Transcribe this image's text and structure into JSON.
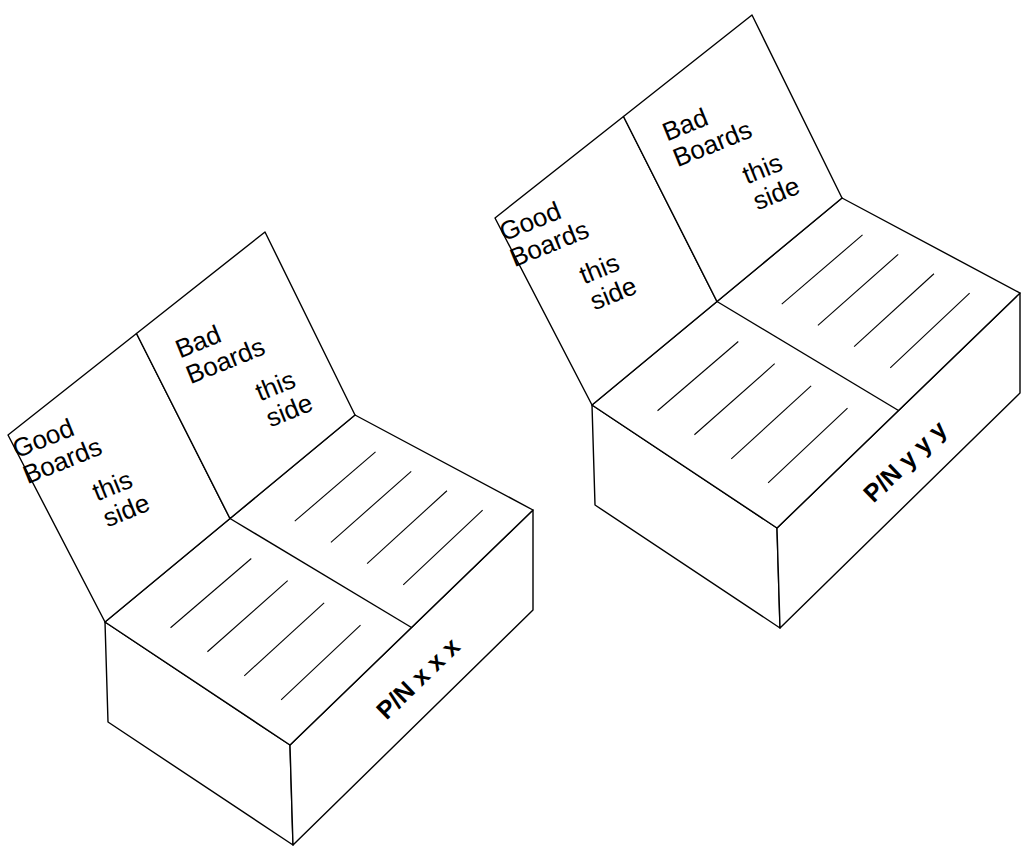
{
  "diagram": {
    "nodes": [
      {
        "text": [
          "Good Boards",
          "this side"
        ]
      },
      {
        "text": [
          "Bad Boards",
          "this side"
        ]
      },
      {
        "text": [
          "P/N x x x"
        ]
      },
      {
        "text": [
          "Good Boards",
          "this side"
        ]
      },
      {
        "text": [
          "Bad Boards",
          "this side"
        ]
      },
      {
        "text": [
          "P/N y y y"
        ]
      }
    ]
  }
}
